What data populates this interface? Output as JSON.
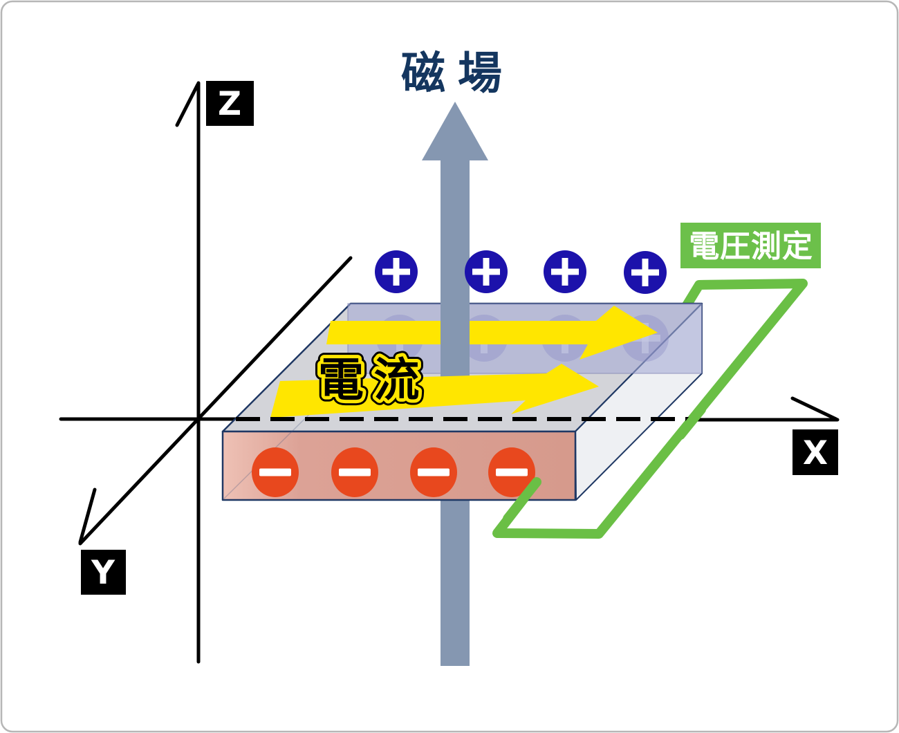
{
  "diagram": {
    "title": "磁場",
    "current_label": "電流",
    "voltage_label": "電圧測定",
    "axes": {
      "x": "X",
      "y": "Y",
      "z": "Z"
    },
    "charges": {
      "positive_symbol": "+",
      "negative_symbol": "−",
      "positive_count": 4,
      "negative_count": 4
    },
    "colors": {
      "field_arrow": "#8597b1",
      "title_text": "#14365f",
      "positive_charge": "#1c12ab",
      "negative_charge": "#e8481e",
      "current_arrow": "#ffe600",
      "wire_green": "#6abf45",
      "voltage_label_bg": "#6cc04a",
      "voltage_label_text": "#ffffff",
      "slab_top": "#d3d4d9",
      "slab_front": "#d79c8e",
      "slab_side": "#eef0f3",
      "slab_edge": "#1f3864",
      "charge_layer": "rgba(164,168,212,0.58)",
      "axis_line": "#000000",
      "axis_label_bg": "#000000",
      "axis_label_text": "#ffffff"
    }
  }
}
